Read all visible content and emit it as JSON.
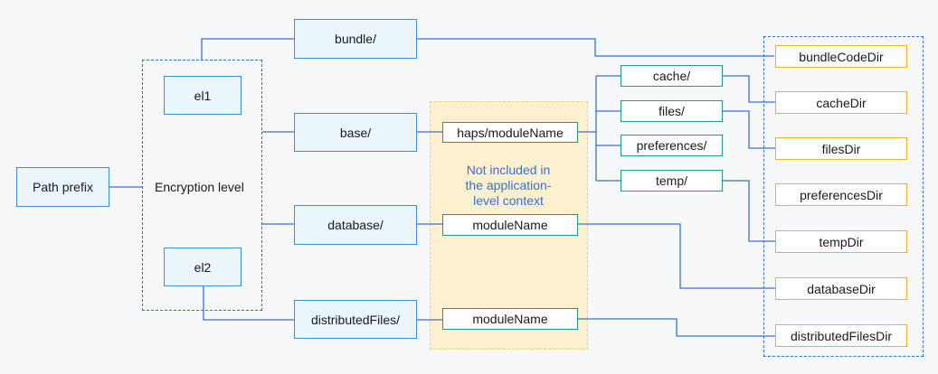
{
  "path_prefix": "Path prefix",
  "encryption_level": "Encryption level",
  "el1": "el1",
  "el2": "el2",
  "dirs": {
    "bundle": "bundle/",
    "base": "base/",
    "database": "database/",
    "distributed": "distributedFiles/"
  },
  "module_paths": {
    "haps": "haps/moduleName",
    "db_module": "moduleName",
    "dist_module": "moduleName"
  },
  "note": {
    "line1": "Not included in",
    "line2": "the application-",
    "line3": "level context"
  },
  "subdirs": {
    "cache": "cache/",
    "files": "files/",
    "preferences": "preferences/",
    "temp": "temp/"
  },
  "context_dirs": {
    "bundleCodeDir": "bundleCodeDir",
    "cacheDir": "cacheDir",
    "filesDir": "filesDir",
    "preferencesDir": "preferencesDir",
    "tempDir": "tempDir",
    "databaseDir": "databaseDir",
    "distributedFilesDir": "distributedFilesDir"
  },
  "colors": {
    "blue_border": "#3a8fd9",
    "blue_fill": "#eaf6fc",
    "green_border": "#1f9c8c",
    "yellow_border": "#f0b323",
    "note_text": "#3b6fd6",
    "highlight_region": "#fdf0cf",
    "connector": "#3a6fd0"
  }
}
